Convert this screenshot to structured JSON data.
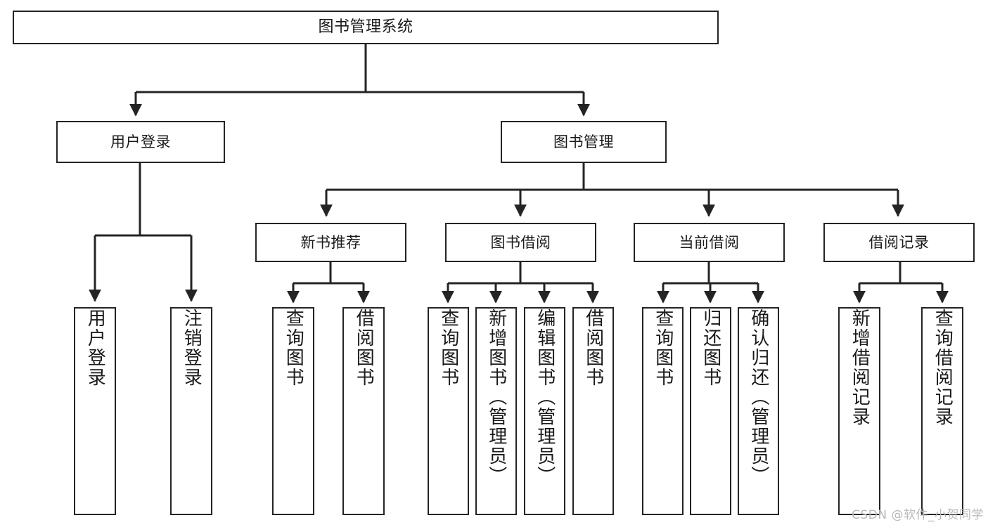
{
  "diagram": {
    "type": "tree-hierarchy-chart",
    "title": "图书管理系统",
    "root": {
      "label": "图书管理系统"
    },
    "level1": [
      {
        "id": "user-login",
        "label": "用户登录"
      },
      {
        "id": "book-management",
        "label": "图书管理"
      }
    ],
    "level2": [
      {
        "id": "new-book-recommend",
        "label": "新书推荐",
        "parent": "book-management"
      },
      {
        "id": "book-borrow",
        "label": "图书借阅",
        "parent": "book-management"
      },
      {
        "id": "current-borrow",
        "label": "当前借阅",
        "parent": "book-management"
      },
      {
        "id": "borrow-record",
        "label": "借阅记录",
        "parent": "book-management"
      }
    ],
    "leaves": {
      "user-login": [
        {
          "id": "leaf-user-login",
          "label": "用户登录"
        },
        {
          "id": "leaf-logout-login",
          "label": "注销登录"
        }
      ],
      "new-book-recommend": [
        {
          "id": "leaf-query-book-1",
          "label": "查询图书"
        },
        {
          "id": "leaf-borrow-book-1",
          "label": "借阅图书"
        }
      ],
      "book-borrow": [
        {
          "id": "leaf-query-book-2",
          "label": "查询图书"
        },
        {
          "id": "leaf-add-book",
          "label": "新增图书（管理员）"
        },
        {
          "id": "leaf-edit-book",
          "label": "编辑图书（管理员）"
        },
        {
          "id": "leaf-borrow-book-2",
          "label": "借阅图书"
        }
      ],
      "current-borrow": [
        {
          "id": "leaf-query-book-3",
          "label": "查询图书"
        },
        {
          "id": "leaf-return-book",
          "label": "归还图书"
        },
        {
          "id": "leaf-confirm-return",
          "label": "确认归还（管理员）"
        }
      ],
      "borrow-record": [
        {
          "id": "leaf-add-record",
          "label": "新增借阅记录"
        },
        {
          "id": "leaf-query-record",
          "label": "查询借阅记录"
        }
      ]
    },
    "colors": {
      "stroke": "#242424",
      "fill": "#ffffff",
      "text": "#1a1a1a",
      "watermark": "#b8b8b8"
    }
  },
  "watermark": {
    "text": "CSDN @软件_小贺同学"
  }
}
